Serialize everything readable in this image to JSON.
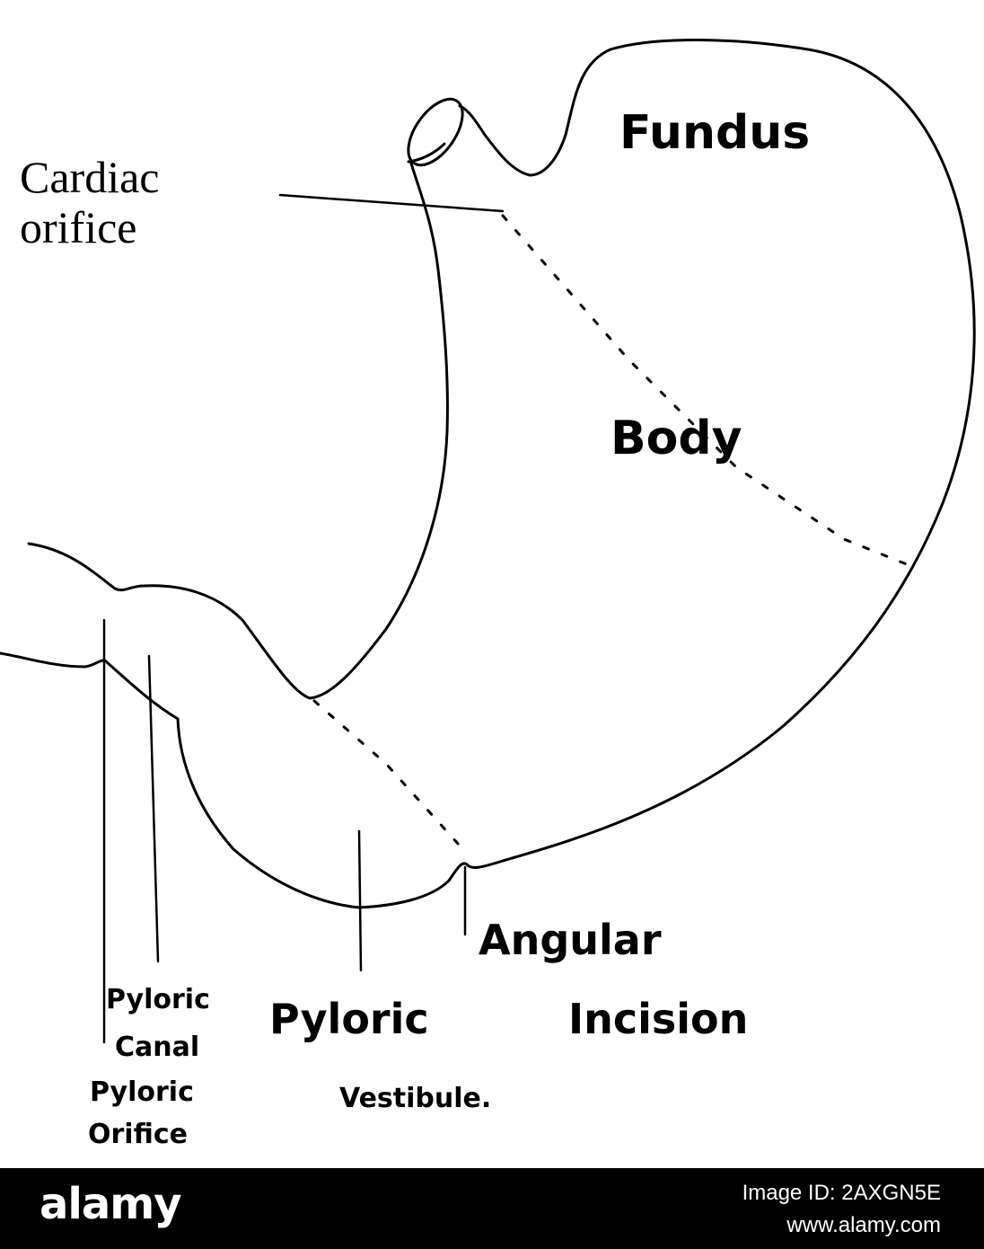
{
  "labels": {
    "cardiac_line1": "Cardiac",
    "cardiac_line2": "orifice",
    "fundus": "Fundus",
    "body": "Body",
    "angular_line1": "Angular",
    "angular_line2": "Incision",
    "pyloric_canal_line1": "Pyloric",
    "pyloric_canal_line2": "Canal",
    "pyloric_vestibule_line1": "Pyloric",
    "pyloric_vestibule_line2": "Vestibule.",
    "pyloric_orifice_line1": "Pyloric",
    "pyloric_orifice_line2": "Orifice"
  },
  "watermark": {
    "logo": "alamy",
    "image_id": "Image ID: 2AXGN5E",
    "url": "www.alamy.com"
  }
}
